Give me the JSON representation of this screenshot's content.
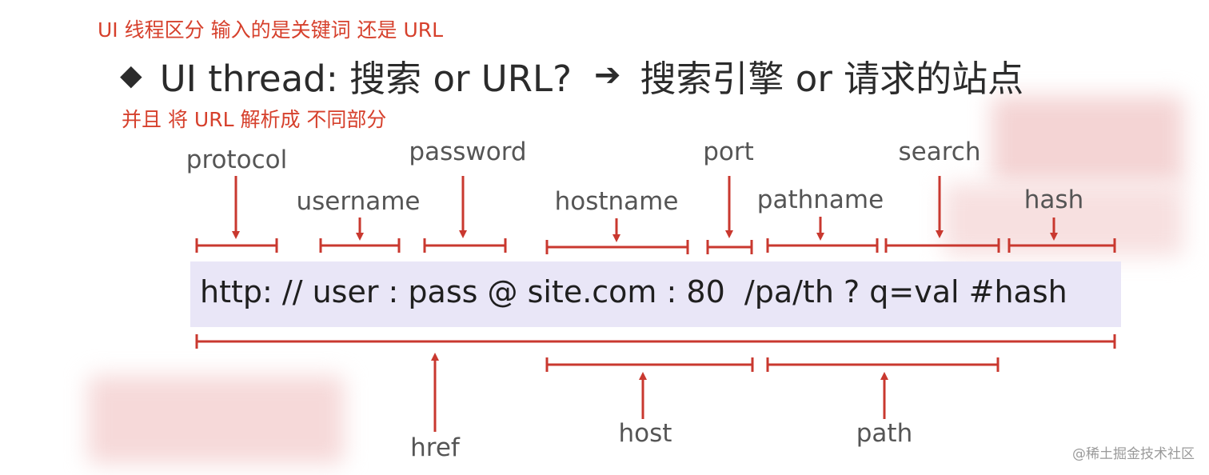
{
  "notes": {
    "top": "UI 线程区分  输入的是关键词 还是 URL",
    "middle": "并且 将 URL 解析成 不同部分"
  },
  "heading": {
    "bullet": "◆",
    "left": "UI thread: 搜索 or URL?",
    "arrow": "➔",
    "right": "搜索引擎 or 请求的站点"
  },
  "url": "http: // user : pass @ site.com : 80  /pa/th ? q=val #hash",
  "labels": {
    "protocol": "protocol",
    "username": "username",
    "password": "password",
    "hostname": "hostname",
    "port": "port",
    "pathname": "pathname",
    "search": "search",
    "hash": "hash",
    "href": "href",
    "host": "host",
    "path": "path"
  },
  "watermark": "@稀土掘金技术社区",
  "colors": {
    "accent": "#c9382f",
    "note": "#d6402c",
    "url_bg": "#e9e6f7"
  }
}
